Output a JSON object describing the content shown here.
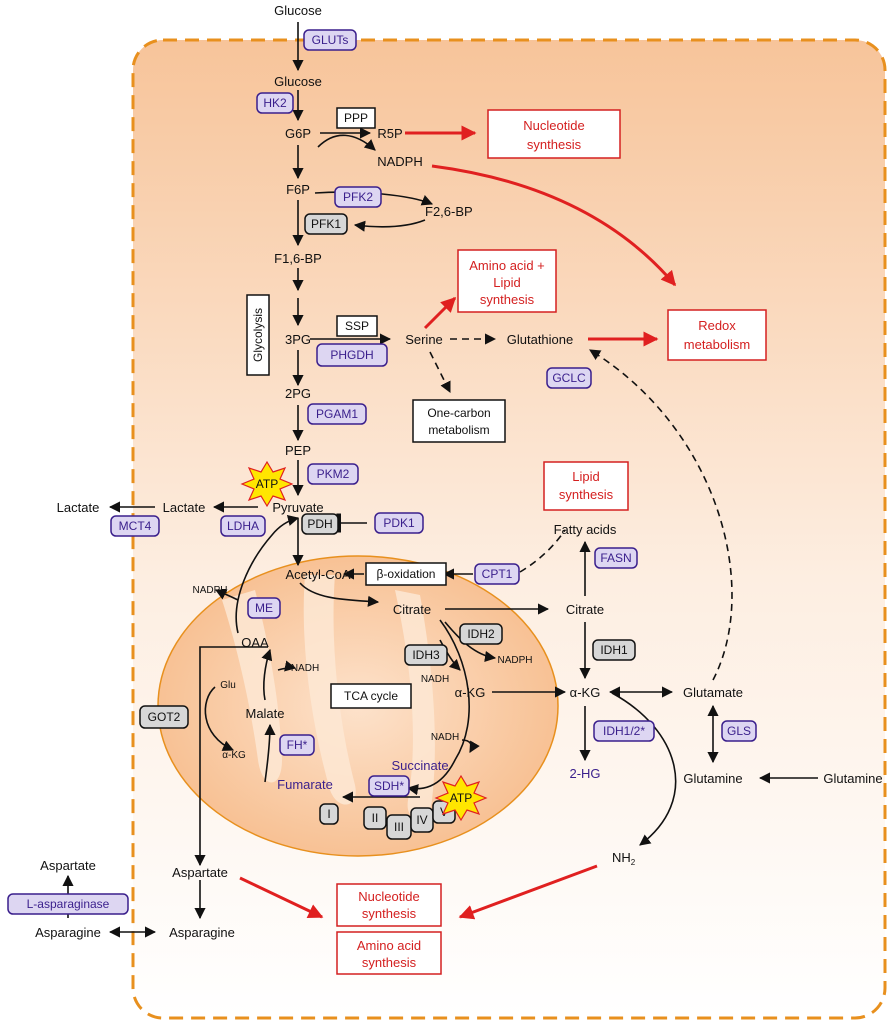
{
  "colors": {
    "enzyme_purple": "#3a1f8c",
    "enzyme_fill": "#ddd6f2",
    "product_red": "#d42020",
    "cell_border": "#e8901e",
    "atp_fill": "#ffe600",
    "mito_border": "#e8901e"
  },
  "metabolites": {
    "glucose_ext": "Glucose",
    "glucose": "Glucose",
    "g6p": "G6P",
    "r5p": "R5P",
    "nadph": "NADPH",
    "f6p": "F6P",
    "f26bp": "F2,6-BP",
    "f16bp": "F1,6-BP",
    "pg3": "3PG",
    "serine": "Serine",
    "glutathione": "Glutathione",
    "pg2": "2PG",
    "pep": "PEP",
    "pyruvate": "Pyruvate",
    "lactate_in": "Lactate",
    "lactate_out": "Lactate",
    "fatty_acids": "Fatty acids",
    "acetyl_coa": "Acetyl-CoA",
    "citrate_mito": "Citrate",
    "citrate_cyto": "Citrate",
    "oaa": "OAA",
    "nadph_me": "NADPH",
    "nadh_oaa": "NADH",
    "nadh_idh3": "NADH",
    "nadph_idh2": "NADPH",
    "glu": "Glu",
    "akg_got": "α-KG",
    "akg_mito": "α-KG",
    "akg_cyto": "α-KG",
    "glutamate": "Glutamate",
    "malate": "Malate",
    "nadh_akg": "NADH",
    "succinate": "Succinate",
    "fumarate": "Fumarate",
    "hg2": "2-HG",
    "glutamine": "Glutamine",
    "glutamine_ext": "Glutamine",
    "nh2": "NH",
    "nh2_sub": "2",
    "aspartate_mito": "Aspartate",
    "aspartate_ext": "Aspartate",
    "asparagine_ext": "Asparagine",
    "asparagine": "Asparagine"
  },
  "enzymes": {
    "gluts": "GLUTs",
    "hk2": "HK2",
    "pfk2": "PFK2",
    "phgdh": "PHGDH",
    "pgam1": "PGAM1",
    "pkm2": "PKM2",
    "ldha": "LDHA",
    "mct4": "MCT4",
    "pdk1": "PDK1",
    "cpt1": "CPT1",
    "fasn": "FASN",
    "gclc": "GCLC",
    "me": "ME",
    "fh": "FH*",
    "sdh": "SDH*",
    "idh12": "IDH1/2*",
    "gls": "GLS",
    "l_asparaginase": "L-asparaginase"
  },
  "gray_enzymes": {
    "pfk1": "PFK1",
    "pdh": "PDH",
    "idh2": "IDH2",
    "idh3": "IDH3",
    "idh1": "IDH1",
    "got2": "GOT2",
    "complex_1": "I",
    "complex_2": "II",
    "complex_3": "III",
    "complex_4": "IV",
    "complex_5": "V"
  },
  "pathways": {
    "ppp": "PPP",
    "ssp": "SSP",
    "glycolysis": "Glycolysis",
    "one_carbon_1": "One-carbon",
    "one_carbon_2": "metabolism",
    "beta_oxidation": "β-oxidation",
    "tca": "TCA cycle"
  },
  "outputs": {
    "nucleotide_top_1": "Nucleotide",
    "nucleotide_top_2": "synthesis",
    "amino_lipid_1": "Amino acid +",
    "amino_lipid_2": "Lipid",
    "amino_lipid_3": "synthesis",
    "redox_1": "Redox",
    "redox_2": "metabolism",
    "lipid_1": "Lipid",
    "lipid_2": "synthesis",
    "nucleotide_bottom_1": "Nucleotide",
    "nucleotide_bottom_2": "synthesis",
    "amino_bottom_1": "Amino acid",
    "amino_bottom_2": "synthesis"
  },
  "atp": {
    "atp_pyruvate": "ATP",
    "atp_etc": "ATP"
  }
}
